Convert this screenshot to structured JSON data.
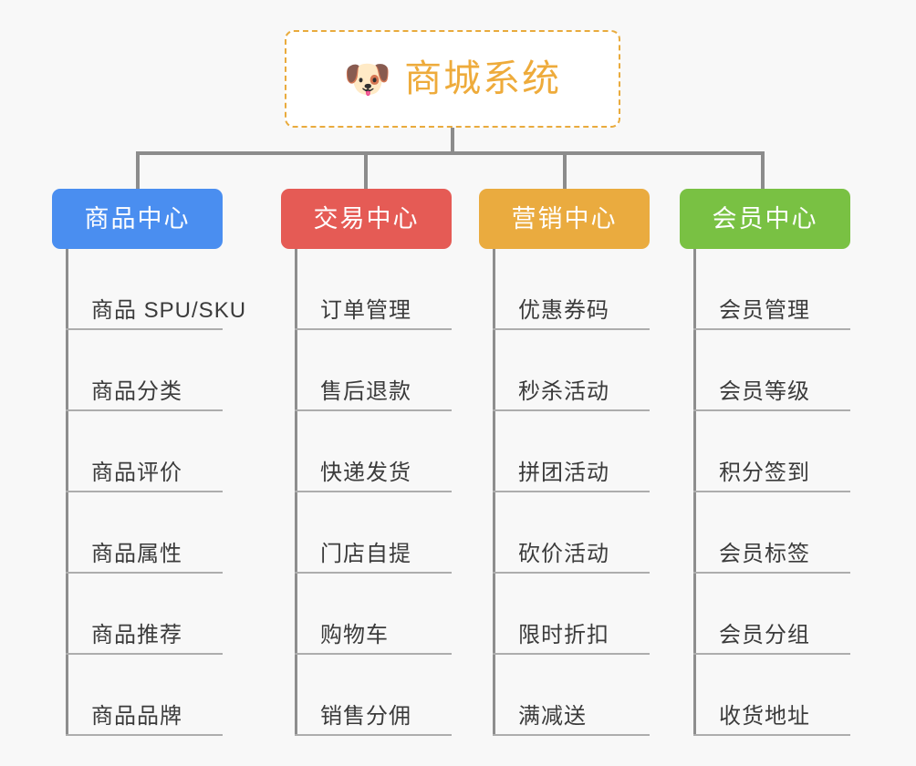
{
  "page": {
    "background_color": "#f8f8f8",
    "connector_color": "#8c8c8c",
    "leaf_underline_color": "#adadad",
    "leaf_text_color": "#3b3b3b"
  },
  "root": {
    "icon": "shiba-dog-face-emoji",
    "icon_glyph": "🐶",
    "title": "商城系统",
    "text_color": "#eeab3b",
    "border_color": "#e9ab3d",
    "background_color": "#ffffff"
  },
  "columns": [
    {
      "id": "product-center",
      "label": "商品中心",
      "color": "#4a8ef0",
      "items": [
        "商品 SPU/SKU",
        "商品分类",
        "商品评价",
        "商品属性",
        "商品推荐",
        "商品品牌"
      ]
    },
    {
      "id": "trade-center",
      "label": "交易中心",
      "color": "#e55b55",
      "items": [
        "订单管理",
        "售后退款",
        "快递发货",
        "门店自提",
        "购物车",
        "销售分佣"
      ]
    },
    {
      "id": "marketing-center",
      "label": "营销中心",
      "color": "#eaab3f",
      "items": [
        "优惠券码",
        "秒杀活动",
        "拼团活动",
        "砍价活动",
        "限时折扣",
        "满减送"
      ]
    },
    {
      "id": "member-center",
      "label": "会员中心",
      "color": "#79c143",
      "items": [
        "会员管理",
        "会员等级",
        "积分签到",
        "会员标签",
        "会员分组",
        "收货地址"
      ]
    }
  ]
}
